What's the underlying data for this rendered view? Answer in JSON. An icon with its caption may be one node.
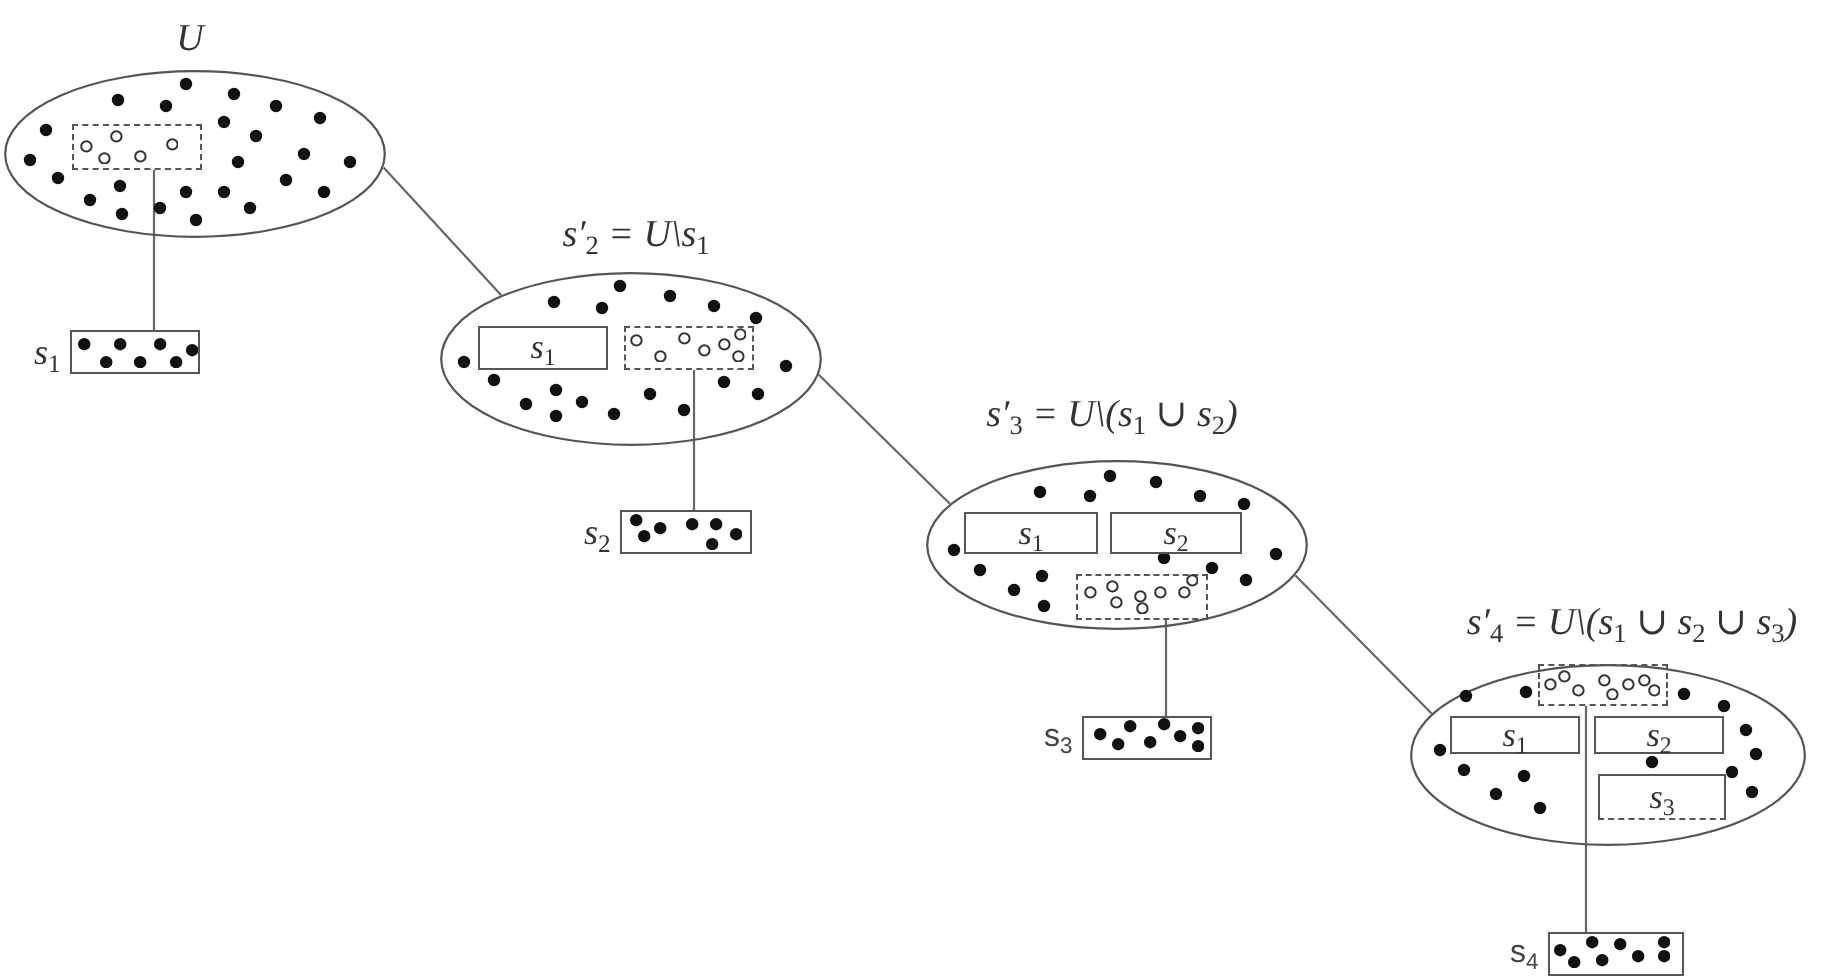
{
  "diagram": {
    "nodes": [
      {
        "text": [
          "U"
        ]
      },
      {
        "text": [],
        "shape": "box",
        "in": 0
      },
      {
        "text": [],
        "shape": "box",
        "beside": [
          "s$_{1}$"
        ]
      },
      {
        "text": [
          "s′$_{2}$ = U\\s$_{1}$"
        ]
      },
      {
        "text": [
          "s$_{1}$"
        ],
        "in": 3
      },
      {
        "text": [],
        "shape": "box",
        "in": 3
      },
      {
        "text": [],
        "shape": "box",
        "beside": [
          "s$_{2}$"
        ]
      },
      {
        "text": [
          "s′$_{3}$ = U\\(s$_{1}$ ∪ s$_{2}$)"
        ]
      },
      {
        "text": [
          "s$_{1}$"
        ],
        "in": 7
      },
      {
        "text": [
          "s$_{2}$"
        ],
        "in": 7
      },
      {
        "text": [],
        "shape": "box",
        "in": 7
      },
      {
        "text": [],
        "shape": "box",
        "beside": [
          "s$_{3}$"
        ]
      },
      {
        "text": [
          "s′$_{4}$ = U\\(s$_{1}$ ∪ s$_{2}$ ∪ s$_{3}$)"
        ]
      },
      {
        "text": [],
        "shape": "box",
        "in": 12
      },
      {
        "text": [
          "s$_{1}$"
        ],
        "in": 12
      },
      {
        "text": [
          "s$_{2}$"
        ],
        "in": 12
      },
      {
        "text": [
          "s$_{3}$"
        ],
        "in": 12
      },
      {
        "text": [],
        "shape": "box",
        "beside": [
          "s$_{4}$"
        ]
      }
    ],
    "edges": [
      {
        "from": 0,
        "to": 3,
        "arrow": "none"
      },
      {
        "from": 1,
        "to": 2,
        "arrow": "none"
      },
      {
        "from": 3,
        "to": 7,
        "arrow": "none"
      },
      {
        "from": 5,
        "to": 6,
        "arrow": "none"
      },
      {
        "from": 7,
        "to": 12,
        "arrow": "none"
      },
      {
        "from": 10,
        "to": 11,
        "arrow": "none"
      },
      {
        "from": 13,
        "to": 17,
        "arrow": "none"
      }
    ]
  }
}
